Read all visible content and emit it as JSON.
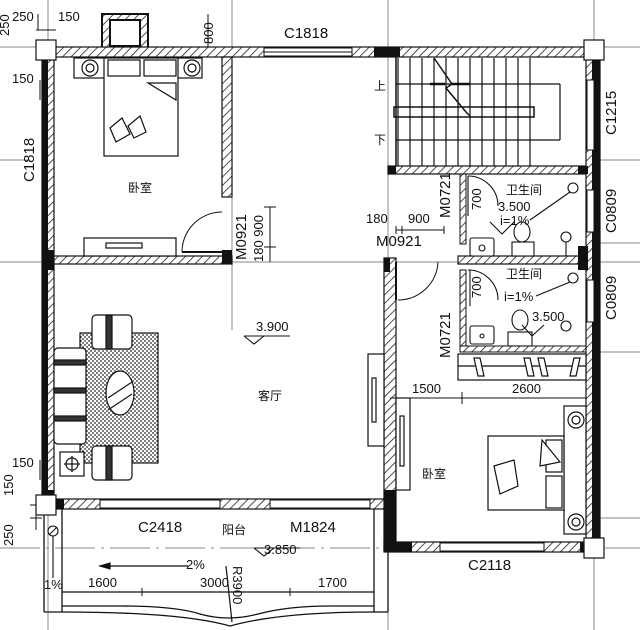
{
  "drawing": {
    "type": "floor-plan",
    "rooms": {
      "bedroom_nw": "卧室",
      "bedroom_se": "卧室",
      "living_room": "客厅",
      "balcony": "阳台",
      "bathroom_upper": "卫生间",
      "bathroom_lower": "卫生间",
      "stair_up": "上",
      "stair_down": "下"
    },
    "windows": {
      "top_bedroom_window": "C1818",
      "left_bedroom_window": "C1818",
      "stair_window": "C1215",
      "bath_window_upper": "C0809",
      "bath_window_lower": "C0809",
      "balcony_window": "C2418",
      "se_bedroom_window": "C2118"
    },
    "doors": {
      "bedroom_door": "M0921",
      "hall_door": "M0921",
      "bath_door_upper": "M0721",
      "bath_door_lower": "M0721",
      "balcony_door": "M1824"
    },
    "elevations": {
      "living": "3.900",
      "bath_upper": "3.500",
      "bath_lower": "3.500",
      "balcony": "3.850"
    },
    "slopes": {
      "bath_upper": "i=1%",
      "bath_lower": "i=1%",
      "balcony_main": "2%",
      "balcony_side": "1%"
    },
    "dimensions": {
      "top_250": "250",
      "top_150": "150",
      "left_250_top": "250",
      "left_150_a": "150",
      "left_150_b": "150",
      "top_800": "800",
      "door_180_900": "180 900",
      "hall_180": "180",
      "hall_900": "900",
      "bath_700_upper": "700",
      "bath_700_lower": "700",
      "corridor_1500": "1500",
      "corridor_2600": "2600",
      "bottom_150_a": "150",
      "bottom_150_b": "150",
      "bottom_250": "250",
      "balcony_1600": "1600",
      "balcony_3000": "3000",
      "balcony_1700": "1700",
      "balcony_radius": "R3900"
    }
  }
}
